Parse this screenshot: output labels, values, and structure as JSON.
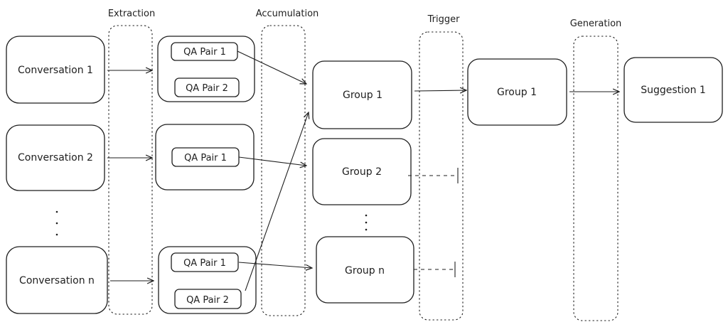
{
  "stages": {
    "extraction": "Extraction",
    "accumulation": "Accumulation",
    "trigger": "Trigger",
    "generation": "Generation"
  },
  "conversations": [
    "Conversation 1",
    "Conversation 2",
    "Conversation n"
  ],
  "qa_pairs": {
    "c1": [
      "QA Pair 1",
      "QA Pair 2"
    ],
    "c2": [
      "QA Pair 1"
    ],
    "cn": [
      "QA Pair 1",
      "QA Pair 2"
    ]
  },
  "groups": [
    "Group 1",
    "Group 2",
    "Group n"
  ],
  "triggered_group": "Group 1",
  "suggestion": "Suggestion 1"
}
